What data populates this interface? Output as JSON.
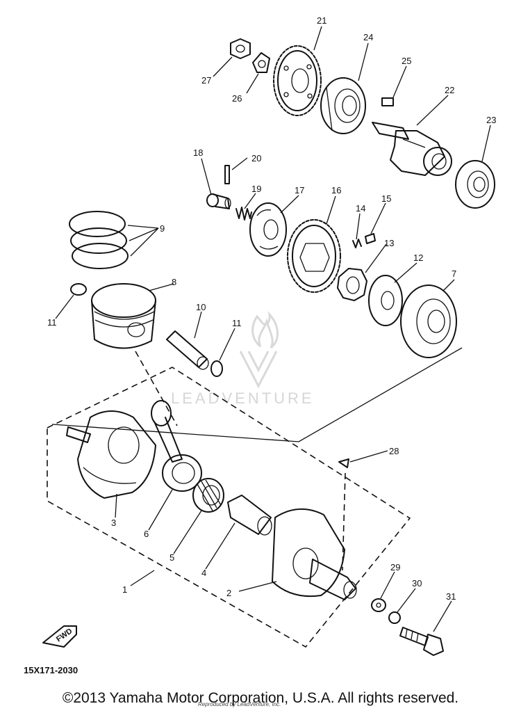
{
  "diagram": {
    "part_labels": [
      "1",
      "2",
      "3",
      "4",
      "5",
      "6",
      "7",
      "8",
      "9",
      "10",
      "11",
      "11",
      "12",
      "13",
      "14",
      "15",
      "16",
      "17",
      "18",
      "19",
      "20",
      "21",
      "22",
      "23",
      "24",
      "25",
      "26",
      "27",
      "28",
      "29",
      "30",
      "31"
    ],
    "drawing_code": "15X171-2030",
    "fwd_label": "FWD",
    "watermark": "LEADVENTURE"
  },
  "footer": {
    "copyright": "©2013 Yamaha Motor Corporation, U.S.A. All rights reserved.",
    "credit": "Reproduced by LeadVenture, Inc."
  }
}
